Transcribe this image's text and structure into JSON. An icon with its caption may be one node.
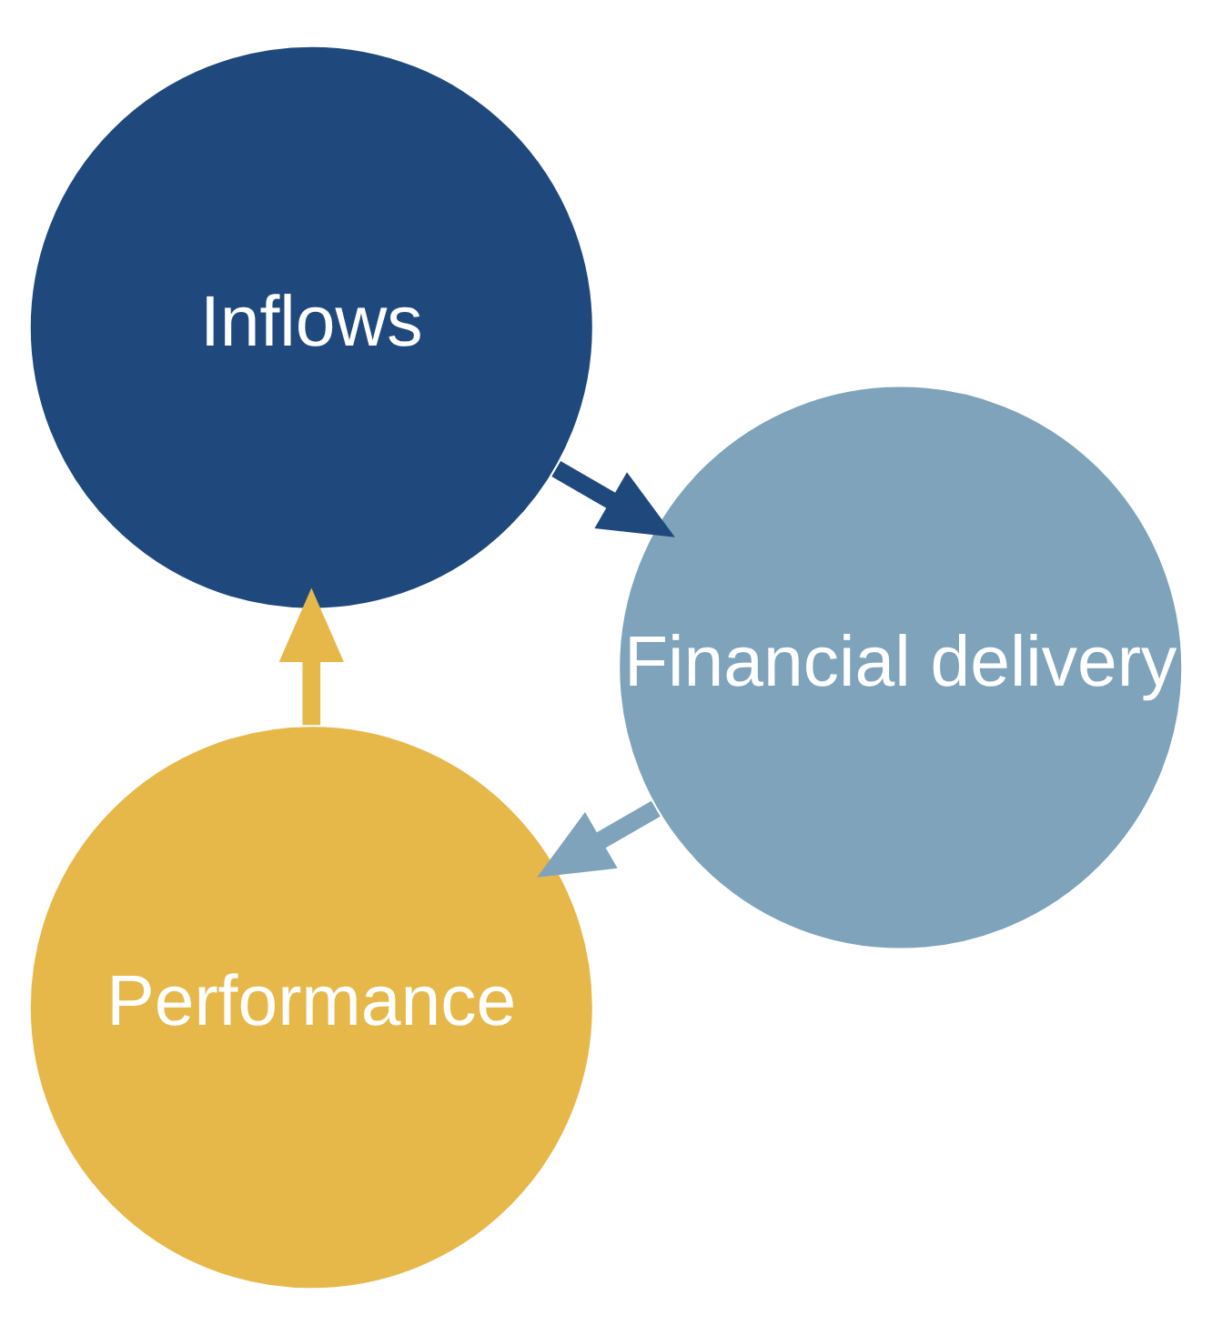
{
  "diagram": {
    "nodes": [
      {
        "text": [
          "Performance"
        ]
      },
      {
        "text": [
          "Inflows"
        ]
      },
      {
        "text": [
          "Financial delivery"
        ]
      }
    ],
    "edges": [
      {
        "from": 0,
        "to": 1,
        "arrow": "to",
        "color": "#e6b84a"
      },
      {
        "from": 1,
        "to": 2,
        "arrow": "to",
        "color": "#1f497d"
      },
      {
        "from": 2,
        "to": 0,
        "arrow": "to",
        "color": "#7ea3ba"
      }
    ]
  }
}
